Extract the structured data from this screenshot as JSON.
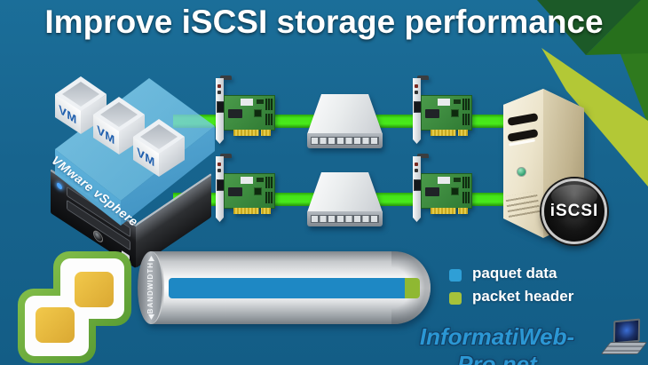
{
  "title": "Improve iSCSI storage performance",
  "host": {
    "platform_label": "VMware vSphere",
    "vms": [
      "VM",
      "VM",
      "VM"
    ]
  },
  "network": {
    "link_color": "#3fd715"
  },
  "storage": {
    "badge_label": "iSCSI"
  },
  "bandwidth": {
    "label": "BANDWIDTH",
    "data_color": "#1e88c4",
    "header_color": "#8fb832"
  },
  "legend": {
    "items": [
      {
        "label": "paquet data",
        "color": "#2f9fd6"
      },
      {
        "label": "packet header",
        "color": "#a6c23a"
      }
    ]
  },
  "watermark": {
    "text": "InformatiWeb-Pro.net"
  },
  "decor": {
    "background": "#17648e",
    "corner_dark_green": "#1c5a28",
    "corner_mid_green": "#2f7a1e",
    "corner_lime": "#b3c836"
  }
}
